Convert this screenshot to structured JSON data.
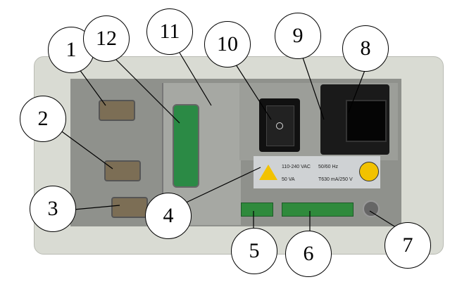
{
  "callouts": [
    "1",
    "2",
    "3",
    "4",
    "5",
    "6",
    "7",
    "8",
    "9",
    "10",
    "11",
    "12"
  ],
  "label": {
    "voltage": "110-240 VAC",
    "frequency": "50/60 Hz",
    "power": "50 VA",
    "fuse": "T630 mA/250 V"
  },
  "switch_mark": "O"
}
